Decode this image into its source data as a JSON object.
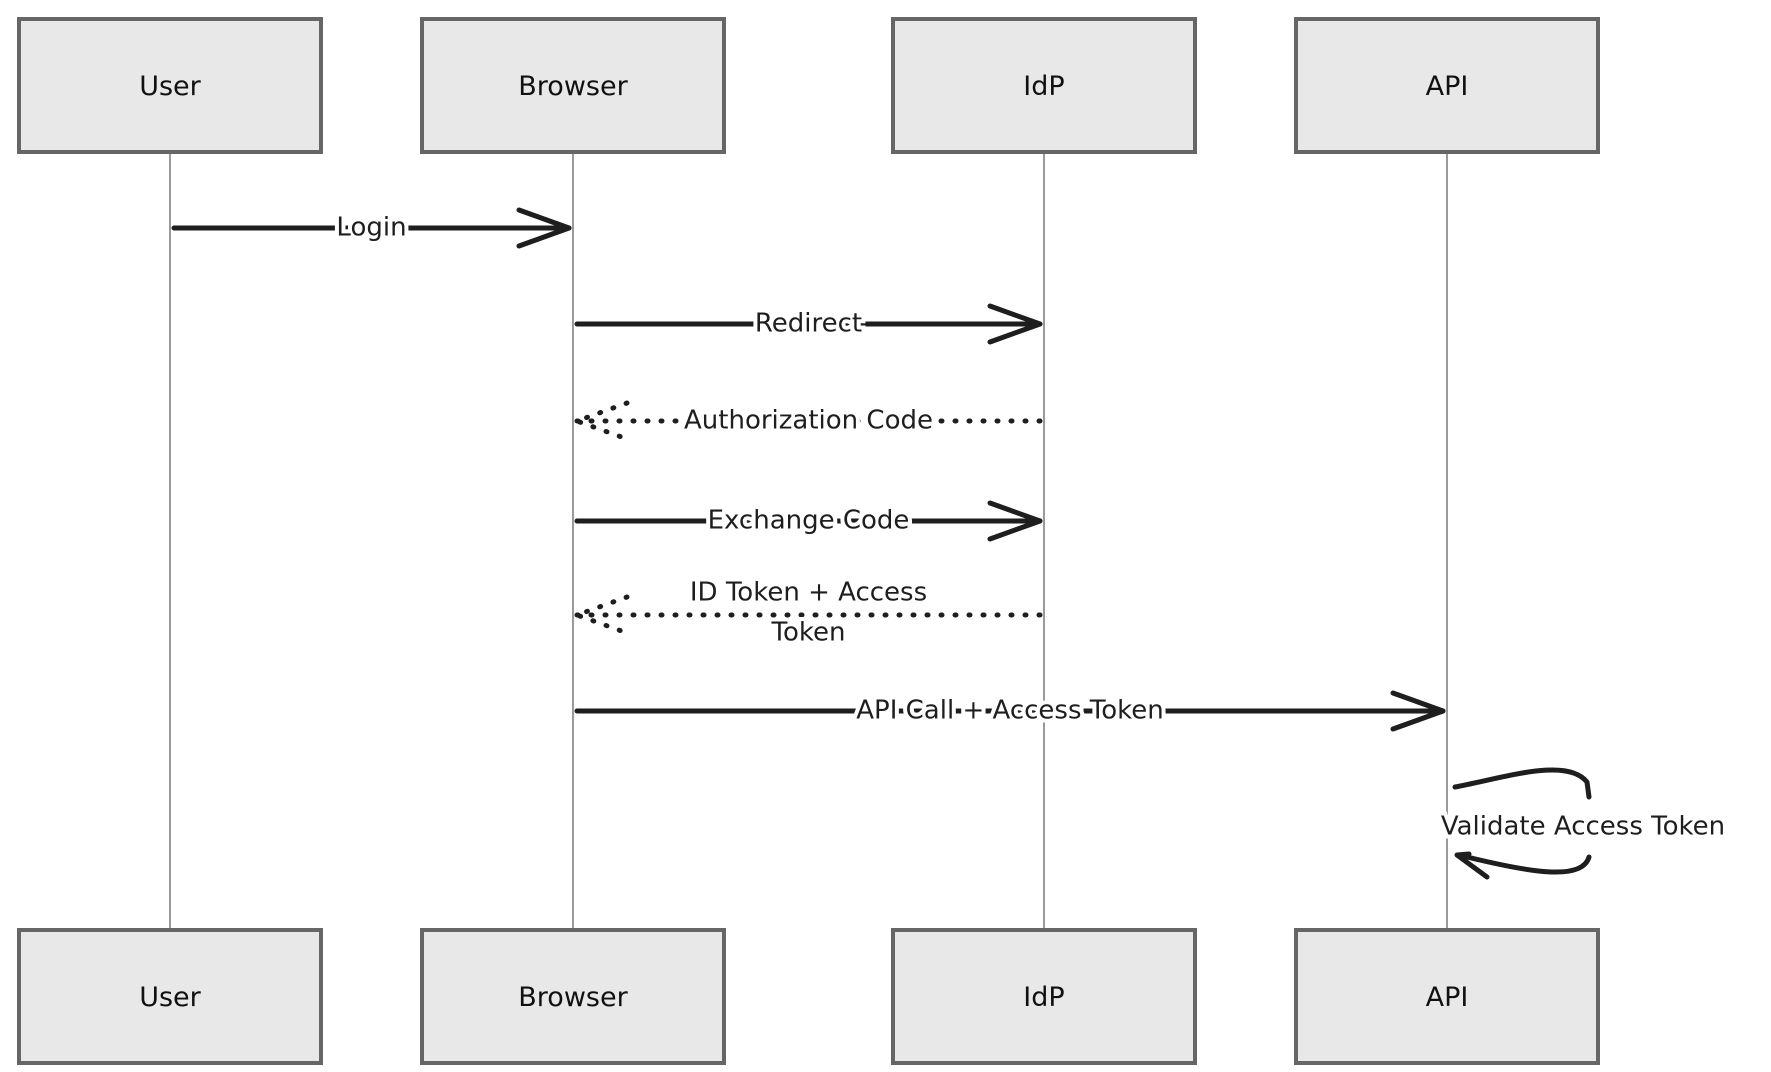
{
  "participants": [
    "User",
    "Browser",
    "IdP",
    "API"
  ],
  "messages": [
    {
      "from": 0,
      "to": 1,
      "label": [
        "Login"
      ],
      "style": "solid"
    },
    {
      "from": 1,
      "to": 2,
      "label": [
        "Redirect"
      ],
      "style": "solid"
    },
    {
      "from": 2,
      "to": 1,
      "label": [
        "Authorization Code"
      ],
      "style": "dotted"
    },
    {
      "from": 1,
      "to": 2,
      "label": [
        "Exchange Code"
      ],
      "style": "solid"
    },
    {
      "from": 2,
      "to": 1,
      "label": [
        "ID Token + Access",
        "Token"
      ],
      "style": "dotted"
    },
    {
      "from": 1,
      "to": 3,
      "label": [
        "API Call + Access Token"
      ],
      "style": "solid"
    },
    {
      "from": 3,
      "to": 3,
      "label": [
        "Validate Access Token"
      ],
      "style": "solid"
    }
  ]
}
